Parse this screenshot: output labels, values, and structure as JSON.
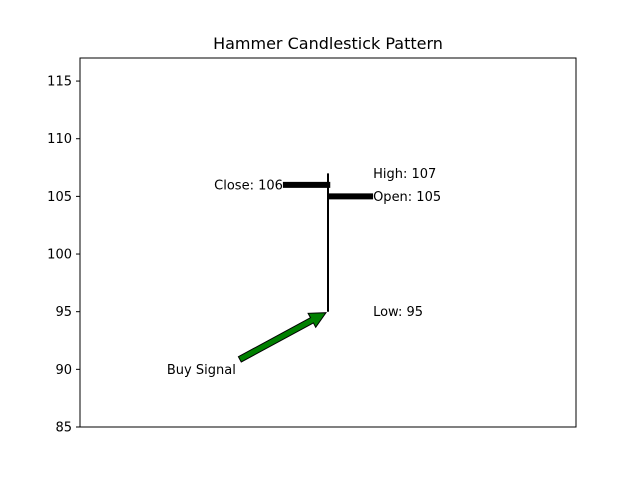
{
  "chart_data": {
    "type": "ohlc",
    "title": "Hammer Candlestick Pattern",
    "xlabel": "",
    "ylabel": "",
    "ylim": [
      85,
      117
    ],
    "yticks": [
      85,
      90,
      95,
      100,
      105,
      110,
      115
    ],
    "x_ticks_visible": false,
    "grid": false,
    "candle": {
      "open": 105,
      "high": 107,
      "low": 95,
      "close": 106
    },
    "labels": {
      "high": "High: 107",
      "open": "Open: 105",
      "low": "Low: 95",
      "close": "Close: 106"
    },
    "annotation": {
      "text": "Buy Signal",
      "text_at": {
        "x": -0.4,
        "y": 90
      },
      "arrow_to": {
        "x": 0,
        "y": 95
      },
      "arrow_color": "#008000"
    },
    "colors": {
      "candle": "#000000",
      "arrow": "#008000"
    }
  }
}
